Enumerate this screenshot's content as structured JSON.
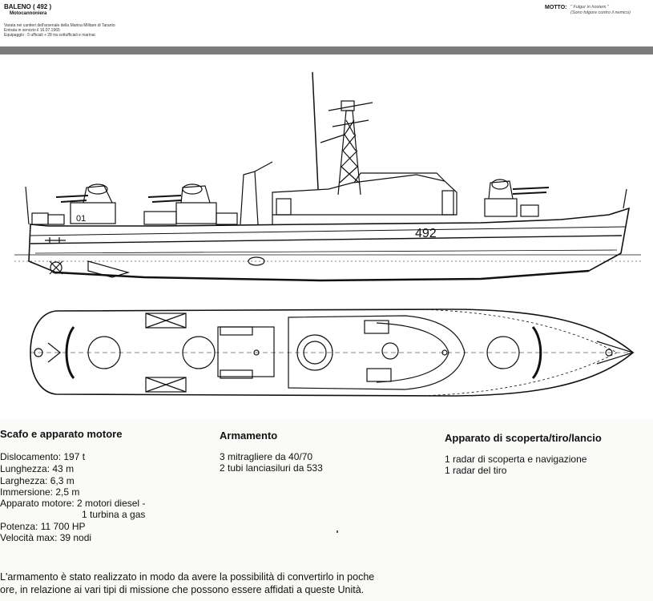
{
  "header": {
    "title": "BALENO  ( 492 )",
    "subtitle": "Motocannoniera",
    "info": [
      "Varata nei cantieri dell'arsenale della Marina Militare di Taranto",
      "Entrata in servizio il 16.07.1965",
      "Equipaggio : 5 ufficiali + 28 tra sottufficiali e marinai"
    ],
    "motto_label": "MOTTO:",
    "motto": "\" Fulgur in hostem \"",
    "motto_translation": "(Sono folgore contro il nemico)"
  },
  "drawing": {
    "hull_number": "492",
    "mount_number": "01"
  },
  "sections": {
    "hull": {
      "heading": "Scafo e apparato motore",
      "lines": [
        "Dislocamento: 197 t",
        "Lunghezza: 43 m",
        "Larghezza: 6,3 m",
        "Immersione: 2,5 m",
        "Apparato motore: 2 motori diesel -",
        "1 turbina a gas",
        "Potenza: 11 700 HP",
        "Velocità max: 39 nodi"
      ]
    },
    "armament": {
      "heading": "Armamento",
      "lines": [
        "3 mitragliere da 40/70",
        "2 tubi lanciasiluri da 533"
      ]
    },
    "detection": {
      "heading": "Apparato di scoperta/tiro/lancio",
      "lines": [
        "1 radar di scoperta e navigazione",
        "1 radar del tiro"
      ]
    }
  },
  "paragraph": [
    "L'armamento è stato realizzato in modo da avere la possibilità di convertirlo in poche",
    "ore, in relazione ai vari tipi di missione che possono essere affidati a queste Unità."
  ]
}
